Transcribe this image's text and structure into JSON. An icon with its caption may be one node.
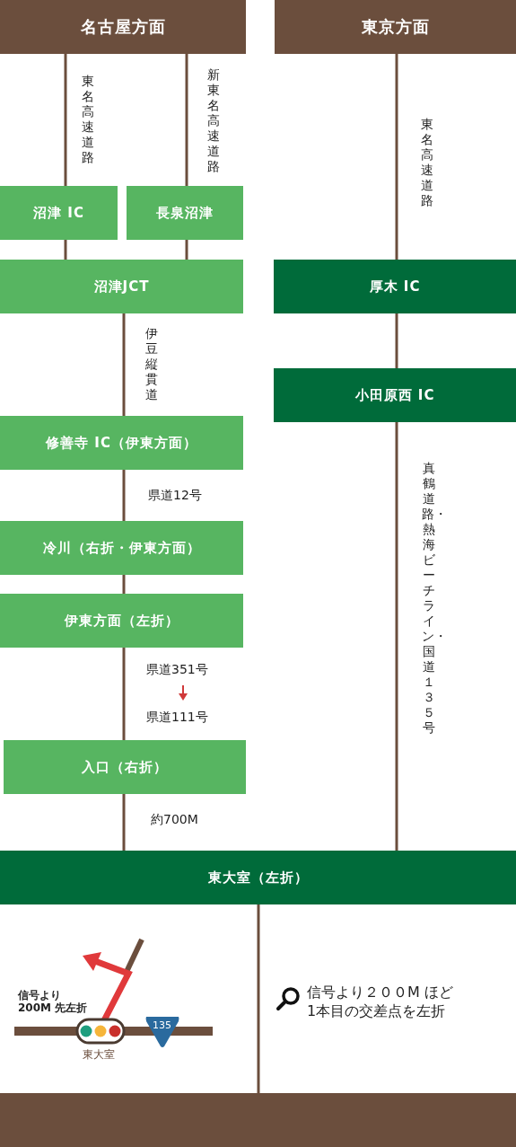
{
  "diagram": {
    "nodes": [
      {
        "text": [
          "名古屋方面"
        ]
      },
      {
        "text": [
          "東京方面"
        ]
      },
      {
        "text": [
          "沼津 IC"
        ]
      },
      {
        "text": [
          "長泉沼津"
        ]
      },
      {
        "text": [
          "沼津JCT"
        ]
      },
      {
        "text": [
          "厚木 IC"
        ]
      },
      {
        "text": [
          "小田原西 IC"
        ]
      },
      {
        "text": [
          "修善寺 IC（伊東方面）"
        ]
      },
      {
        "text": [
          "冷川（右折・伊東方面）"
        ]
      },
      {
        "text": [
          "伊東方面（左折）"
        ]
      },
      {
        "text": [
          "入口（右折）"
        ]
      },
      {
        "text": [
          "東大室（左折）"
        ]
      },
      {
        "text": [],
        "shape": "box"
      }
    ],
    "edges": [
      {
        "from": 0,
        "to": 2,
        "arrow": "none",
        "label": "東名高速道路"
      },
      {
        "from": 0,
        "to": 3,
        "arrow": "none",
        "label": "新東名高速道路"
      },
      {
        "from": 2,
        "to": 4,
        "arrow": "none"
      },
      {
        "from": 3,
        "to": 4,
        "arrow": "none"
      },
      {
        "from": 1,
        "to": 5,
        "arrow": "none",
        "label": "東名高速道路"
      },
      {
        "from": 5,
        "to": 6,
        "arrow": "none"
      },
      {
        "from": 4,
        "to": 7,
        "arrow": "none",
        "label": "伊豆縦貫道"
      },
      {
        "from": 7,
        "to": 8,
        "arrow": "none",
        "label": "県道12号"
      },
      {
        "from": 8,
        "to": 9,
        "arrow": "none"
      },
      {
        "from": 9,
        "to": 10,
        "arrow": "none",
        "label": "県道351号"
      },
      {
        "from": 10,
        "to": 11,
        "arrow": "none",
        "label": "約700M"
      },
      {
        "from": 6,
        "to": 11,
        "arrow": "none",
        "label": "真鶴道路・熱海ビーチライン・国道１３５号"
      },
      {
        "from": 11,
        "to": 12,
        "arrow": "none"
      }
    ],
    "labels": [
      "県道111号",
      "信号より 200M 先左折",
      "135",
      "東大室",
      "信号より２００M ほど 1本目の交差点を左折"
    ]
  }
}
